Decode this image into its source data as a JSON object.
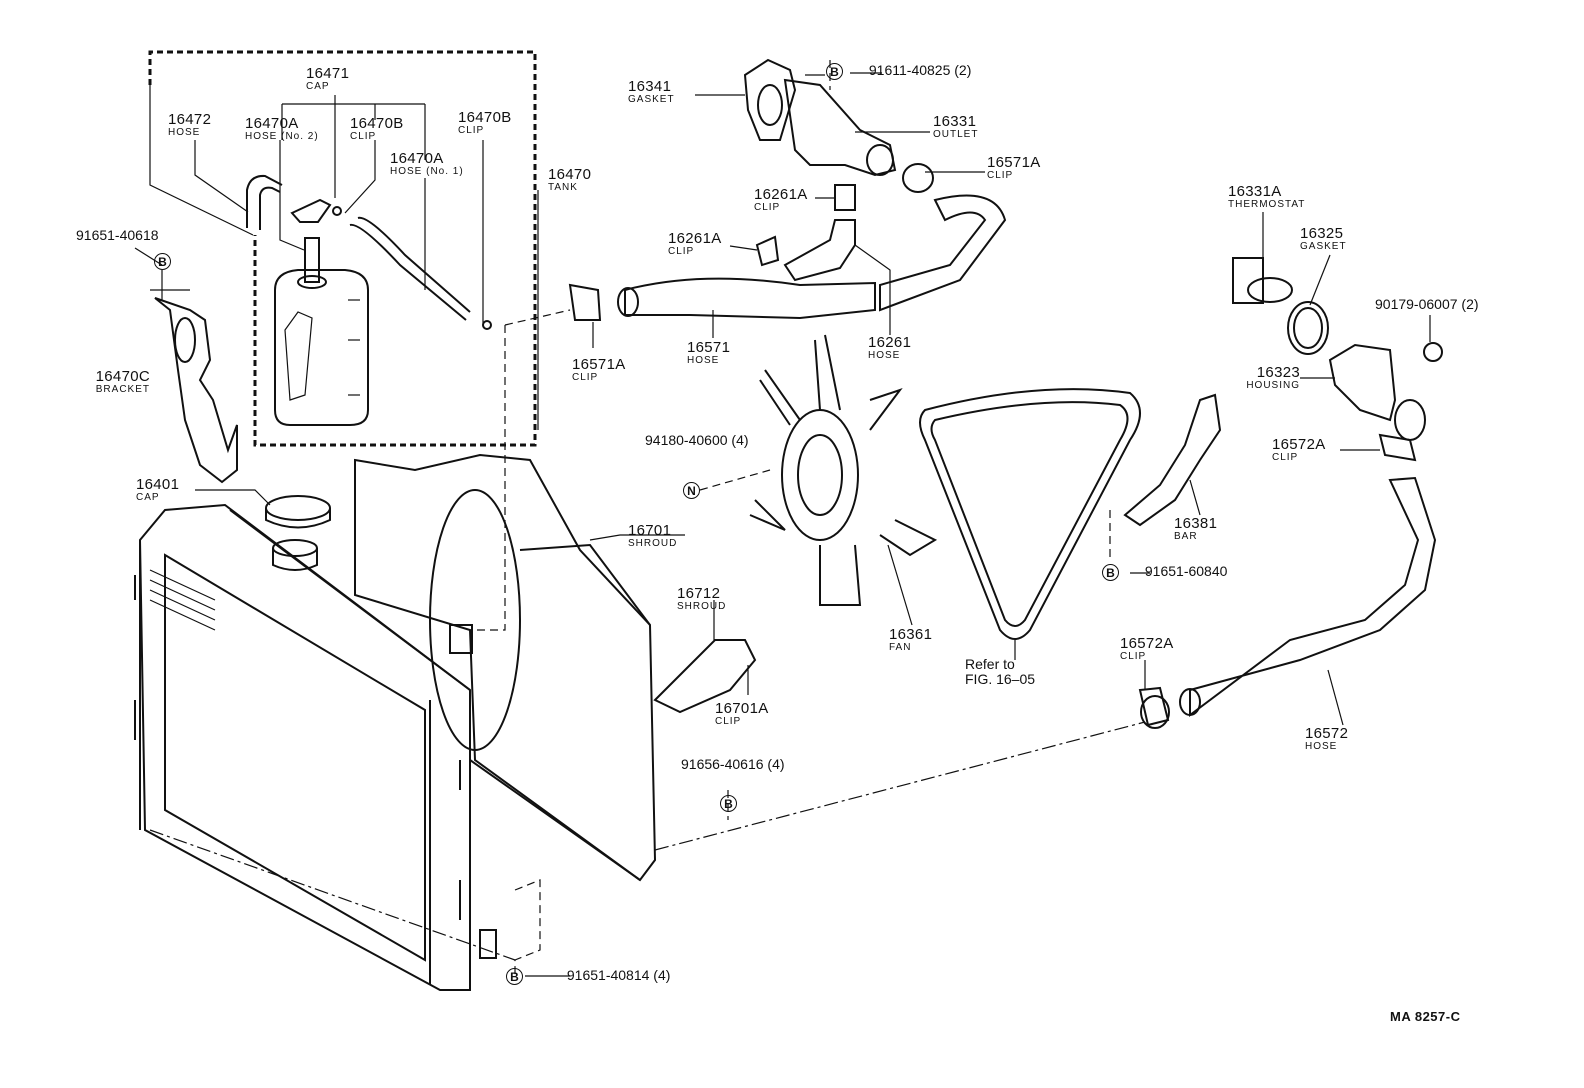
{
  "parts": {
    "p16471": {
      "number": "16471",
      "desc": "CAP"
    },
    "p16472": {
      "number": "16472",
      "desc": "HOSE"
    },
    "p16470A_2": {
      "number": "16470A",
      "desc": "HOSE (No. 2)"
    },
    "p16470B_1": {
      "number": "16470B",
      "desc": "CLIP"
    },
    "p16470B_2": {
      "number": "16470B",
      "desc": "CLIP"
    },
    "p16470A_1": {
      "number": "16470A",
      "desc": "HOSE (No. 1)"
    },
    "p16470": {
      "number": "16470",
      "desc": "TANK"
    },
    "p16470C": {
      "number": "16470C",
      "desc": "BRACKET"
    },
    "p16401": {
      "number": "16401",
      "desc": "CAP"
    },
    "p16701": {
      "number": "16701",
      "desc": "SHROUD"
    },
    "p16712": {
      "number": "16712",
      "desc": "SHROUD"
    },
    "p16701A": {
      "number": "16701A",
      "desc": "CLIP"
    },
    "p16341": {
      "number": "16341",
      "desc": "GASKET"
    },
    "p16331": {
      "number": "16331",
      "desc": "OUTLET"
    },
    "p16571A_1": {
      "number": "16571A",
      "desc": "CLIP"
    },
    "p16261A_1": {
      "number": "16261A",
      "desc": "CLIP"
    },
    "p16261A_2": {
      "number": "16261A",
      "desc": "CLIP"
    },
    "p16571": {
      "number": "16571",
      "desc": "HOSE"
    },
    "p16571A_2": {
      "number": "16571A",
      "desc": "CLIP"
    },
    "p16261": {
      "number": "16261",
      "desc": "HOSE"
    },
    "p16361": {
      "number": "16361",
      "desc": "FAN"
    },
    "p16331A": {
      "number": "16331A",
      "desc": "THERMOSTAT"
    },
    "p16325": {
      "number": "16325",
      "desc": "GASKET"
    },
    "p16323": {
      "number": "16323",
      "desc": "HOUSING"
    },
    "p16572A_1": {
      "number": "16572A",
      "desc": "CLIP"
    },
    "p16381": {
      "number": "16381",
      "desc": "BAR"
    },
    "p16572A_2": {
      "number": "16572A",
      "desc": "CLIP"
    },
    "p16572": {
      "number": "16572",
      "desc": "HOSE"
    }
  },
  "fasteners": {
    "f91651_40618": {
      "symbol": "B",
      "number": "91651-40618"
    },
    "f91611_40825": {
      "symbol": "B",
      "number": "91611-40825 (2)"
    },
    "f90179_06007": {
      "symbol": "",
      "number": "90179-06007 (2)"
    },
    "f94180_40600": {
      "symbol": "N",
      "number": "94180-40600 (4)"
    },
    "f91651_60840": {
      "symbol": "B",
      "number": "91651-60840"
    },
    "f91656_40616": {
      "symbol": "B",
      "number": "91656-40616 (4)"
    },
    "f91651_40814": {
      "symbol": "B",
      "number": "91651-40814 (4)"
    }
  },
  "reference": {
    "line1": "Refer to",
    "line2": "FIG. 16–05"
  },
  "figure_code": "MA 8257-C"
}
